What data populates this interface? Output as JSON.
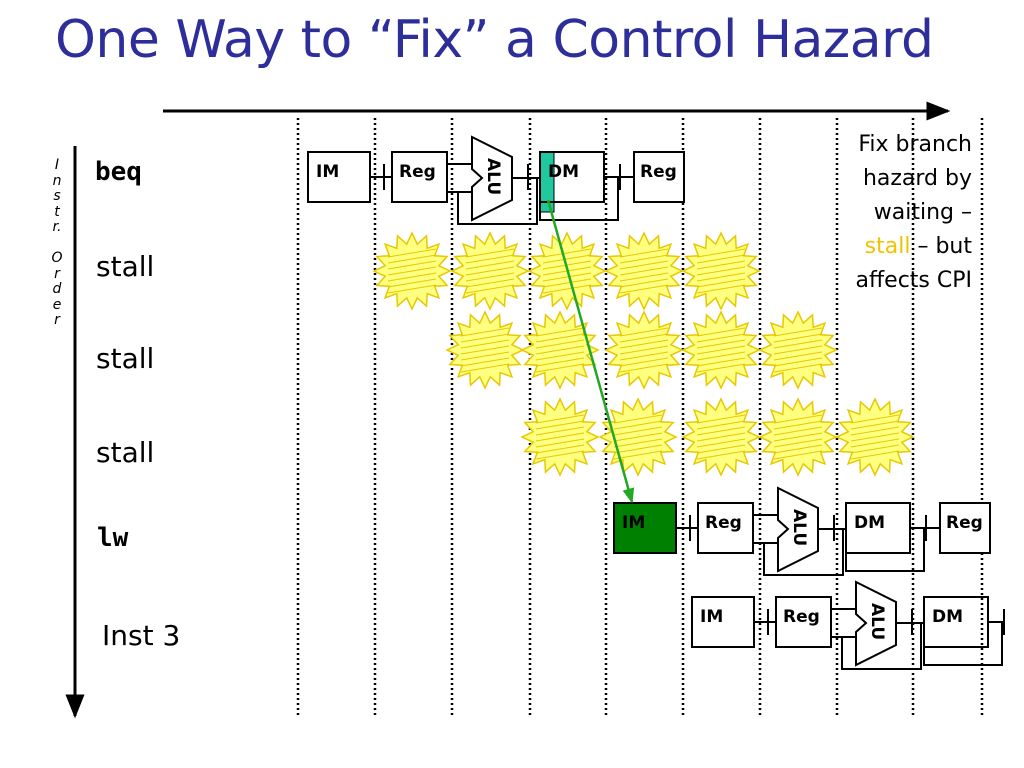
{
  "title": "One Way to “Fix” a Control Hazard",
  "axis_label": {
    "instr": [
      "I",
      "n",
      "s",
      "t",
      "r."
    ],
    "order": [
      "O",
      "r",
      "d",
      "e",
      "r"
    ]
  },
  "rows": [
    {
      "label": "beq",
      "style": "code"
    },
    {
      "label": "stall",
      "style": "text"
    },
    {
      "label": "stall",
      "style": "text"
    },
    {
      "label": "stall",
      "style": "text"
    },
    {
      "label": "lw",
      "style": "code"
    },
    {
      "label": "Inst 3",
      "style": "text"
    }
  ],
  "stages": {
    "im": "IM",
    "reg": "Reg",
    "alu": "ALU",
    "dm": "DM"
  },
  "note": {
    "line1": "Fix branch",
    "line2": "hazard by",
    "line3": "waiting –",
    "highlight": "stall",
    "line4_rest": " – but",
    "line5": "affects CPI"
  },
  "colors": {
    "title": "#2e2e9a",
    "stall_fill": "#ffff80",
    "stall_stroke": "#e8c800",
    "highlight_text": "#f2c200",
    "arrow": "#22a822",
    "im_fill": "#008000",
    "dm_highlight": "#20c8a0"
  }
}
